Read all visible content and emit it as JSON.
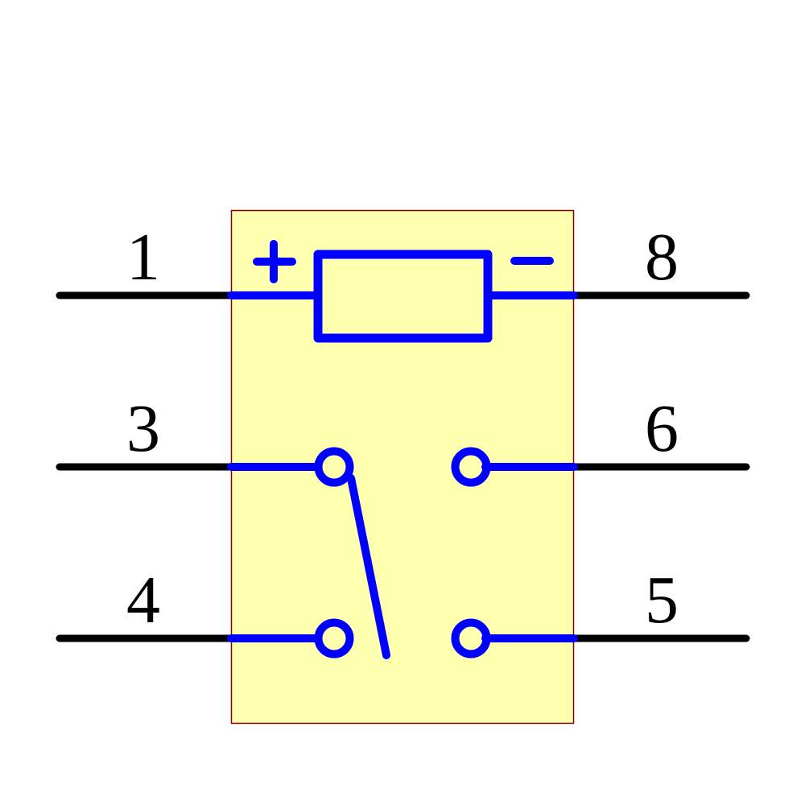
{
  "component": {
    "type": "relay",
    "description": "SPDT relay schematic symbol with coil and switch contacts",
    "body_fill": "#FFFFB0",
    "body_border": "#800000",
    "symbol_color": "#0000FF",
    "pin_color": "#000000"
  },
  "coil": {
    "plus_label": "+",
    "minus_label": "−"
  },
  "pins": {
    "left": [
      {
        "number": "1",
        "function": "coil-plus"
      },
      {
        "number": "3",
        "function": "common"
      },
      {
        "number": "4",
        "function": "normally-closed"
      }
    ],
    "right": [
      {
        "number": "8",
        "function": "coil-minus"
      },
      {
        "number": "6",
        "function": "contact"
      },
      {
        "number": "5",
        "function": "contact"
      }
    ]
  }
}
